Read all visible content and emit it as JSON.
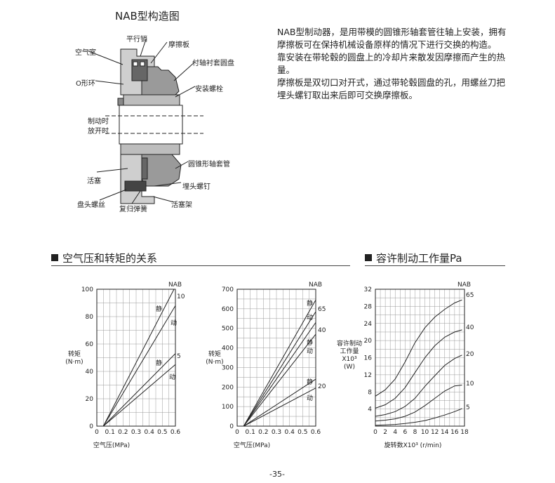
{
  "diagram": {
    "title": "NAB型构造图",
    "labels": {
      "pin": "平行销",
      "air_chamber": "空气室",
      "friction_plate": "摩擦板",
      "hub_disc": "付轴衬套圆盘",
      "o_ring": "O形环",
      "mount_bolt": "安装螺栓",
      "braking": "制动时",
      "releasing": "放开时",
      "taper_sleeve": "圆锥形轴套管",
      "piston": "活塞",
      "countersunk_screw": "埋头螺钉",
      "cap_screw": "盘头螺丝",
      "return_spring": "复归弹簧",
      "piston_frame": "活塞架"
    }
  },
  "description": [
    "NAB型制动器，是用带模的圆锥形轴套管往轴上安装，拥有",
    "摩擦板可在保持机械设备原样的情况下进行交换的构造。",
    "靠安装在带轮毂的圆盘上的冷却片来散发因摩擦而产生的热",
    "量。",
    "摩擦板是双切口对开式，通过带轮毂圆盘的孔，用螺丝刀把",
    "埋头螺钉取出来后即可交换摩擦板。"
  ],
  "sections": {
    "left": "空气压和转矩的关系",
    "right": "容许制动工作量Pa"
  },
  "page_number": "-35-",
  "chart_data": [
    {
      "type": "line",
      "xlabel": "空气压(MPa)",
      "ylabel": "转矩\n(N·m)",
      "xlim": [
        0,
        0.6
      ],
      "ylim": [
        0,
        100
      ],
      "xticks": [
        "0",
        "0.1",
        "0.2",
        "0.3",
        "0.4",
        "0.5",
        "0.6"
      ],
      "yticks": [
        "0",
        "20",
        "40",
        "60",
        "80",
        "100"
      ],
      "legend_title": "NAB",
      "series_labels": [
        "10",
        "5"
      ],
      "annotations": [
        "静",
        "动",
        "静",
        "动"
      ],
      "grid": true,
      "series": [
        {
          "name": "10 静",
          "x": [
            0.05,
            0.6
          ],
          "y": [
            0,
            102
          ]
        },
        {
          "name": "10 动",
          "x": [
            0.05,
            0.6
          ],
          "y": [
            0,
            88
          ]
        },
        {
          "name": "5 静",
          "x": [
            0.05,
            0.6
          ],
          "y": [
            0,
            53
          ]
        },
        {
          "name": "5 动",
          "x": [
            0.05,
            0.6
          ],
          "y": [
            0,
            45
          ]
        }
      ]
    },
    {
      "type": "line",
      "xlabel": "空气压(MPa)",
      "ylabel": "转矩\n(N·m)",
      "xlim": [
        0,
        0.6
      ],
      "ylim": [
        0,
        700
      ],
      "xticks": [
        "0",
        "0.1",
        "0.2",
        "0.3",
        "0.4",
        "0.5",
        "0.6"
      ],
      "yticks": [
        "0",
        "100",
        "200",
        "300",
        "400",
        "500",
        "600",
        "700"
      ],
      "legend_title": "NAB",
      "series_labels": [
        "65",
        "40",
        "20"
      ],
      "annotations": [
        "静",
        "动",
        "静",
        "动"
      ],
      "grid": true,
      "series": [
        {
          "name": "65 静",
          "x": [
            0.05,
            0.6
          ],
          "y": [
            0,
            645
          ]
        },
        {
          "name": "65 动",
          "x": [
            0.05,
            0.6
          ],
          "y": [
            0,
            585
          ]
        },
        {
          "name": "40 静",
          "x": [
            0.05,
            0.6
          ],
          "y": [
            0,
            530
          ]
        },
        {
          "name": "40 动",
          "x": [
            0.05,
            0.6
          ],
          "y": [
            0,
            470
          ]
        },
        {
          "name": "20 静",
          "x": [
            0.05,
            0.6
          ],
          "y": [
            0,
            240
          ]
        },
        {
          "name": "20 动",
          "x": [
            0.05,
            0.6
          ],
          "y": [
            0,
            195
          ]
        }
      ]
    },
    {
      "type": "line",
      "xlabel": "旋转数X10³ (r/min)",
      "ylabel": "容许制动\n工作量\nX10³\n(W)",
      "xlim": [
        0,
        18
      ],
      "ylim": [
        0,
        32
      ],
      "xticks": [
        "0",
        "2",
        "4",
        "6",
        "8",
        "10",
        "12",
        "14",
        "16",
        "18"
      ],
      "yticks": [
        "4",
        "8",
        "12",
        "16",
        "20",
        "24",
        "28",
        "32"
      ],
      "legend_title": "NAB",
      "grid": true,
      "series": [
        {
          "name": "65",
          "x": [
            0,
            2,
            4,
            6,
            8,
            10,
            12,
            14,
            16,
            17.5
          ],
          "y": [
            7,
            8.5,
            11,
            15,
            19.5,
            23,
            25.5,
            27.3,
            28.8,
            29.5
          ]
        },
        {
          "name": "40",
          "x": [
            0,
            2,
            4,
            6,
            8,
            10,
            12,
            14,
            16,
            17.5
          ],
          "y": [
            4.2,
            5,
            6.5,
            9,
            12.5,
            16,
            18.8,
            20.8,
            22,
            22.5
          ]
        },
        {
          "name": "20",
          "x": [
            0,
            2,
            4,
            6,
            8,
            10,
            12,
            14,
            16,
            17.5
          ],
          "y": [
            2.3,
            2.7,
            3.4,
            4.6,
            6.5,
            9.3,
            11.8,
            14.2,
            15.8,
            16.6
          ]
        },
        {
          "name": "10",
          "x": [
            0,
            2,
            4,
            6,
            8,
            10,
            12,
            14,
            16,
            17.5
          ],
          "y": [
            1.2,
            1.4,
            1.7,
            2.3,
            3.3,
            4.8,
            6.5,
            8.2,
            9.4,
            9.6
          ]
        },
        {
          "name": "5",
          "x": [
            0,
            2,
            4,
            6,
            8,
            10,
            12,
            14,
            16,
            17.5
          ],
          "y": [
            0.2,
            0.3,
            0.4,
            0.6,
            0.9,
            1.3,
            1.9,
            2.6,
            3.4,
            4.1
          ]
        }
      ]
    }
  ]
}
